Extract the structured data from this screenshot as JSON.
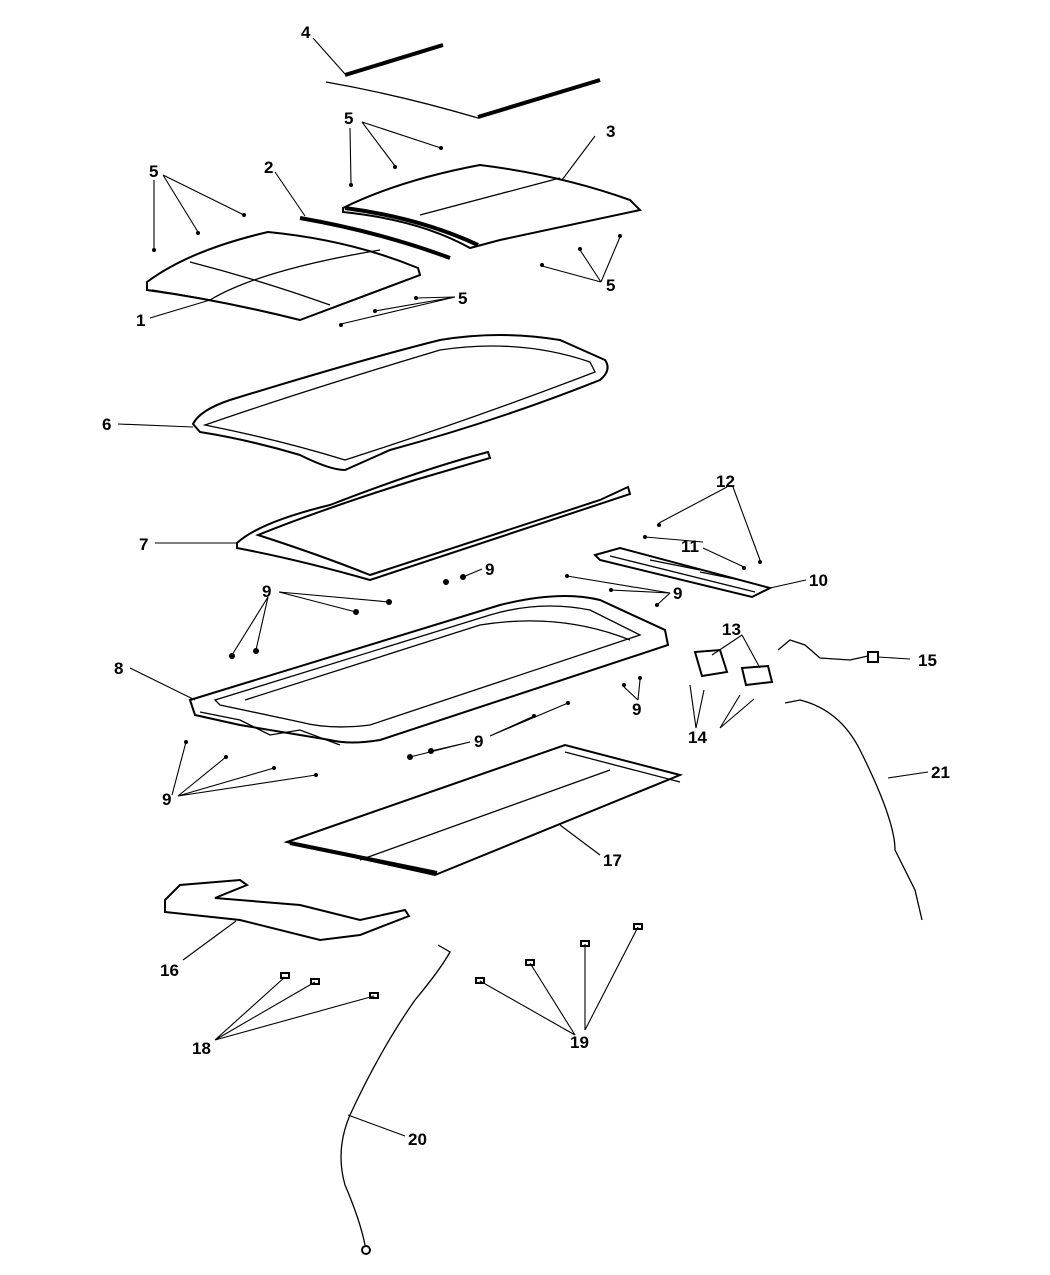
{
  "diagram": {
    "callouts": [
      {
        "id": "c1",
        "text": "1"
      },
      {
        "id": "c2",
        "text": "2"
      },
      {
        "id": "c3",
        "text": "3"
      },
      {
        "id": "c4",
        "text": "4"
      },
      {
        "id": "c5a",
        "text": "5"
      },
      {
        "id": "c5b",
        "text": "5"
      },
      {
        "id": "c5c",
        "text": "5"
      },
      {
        "id": "c5d",
        "text": "5"
      },
      {
        "id": "c6",
        "text": "6"
      },
      {
        "id": "c7",
        "text": "7"
      },
      {
        "id": "c8",
        "text": "8"
      },
      {
        "id": "c9a",
        "text": "9"
      },
      {
        "id": "c9b",
        "text": "9"
      },
      {
        "id": "c9c",
        "text": "9"
      },
      {
        "id": "c9d",
        "text": "9"
      },
      {
        "id": "c9e",
        "text": "9"
      },
      {
        "id": "c9f",
        "text": "9"
      },
      {
        "id": "c10",
        "text": "10"
      },
      {
        "id": "c11",
        "text": "11"
      },
      {
        "id": "c12",
        "text": "12"
      },
      {
        "id": "c13",
        "text": "13"
      },
      {
        "id": "c14",
        "text": "14"
      },
      {
        "id": "c15",
        "text": "15"
      },
      {
        "id": "c16",
        "text": "16"
      },
      {
        "id": "c17",
        "text": "17"
      },
      {
        "id": "c18",
        "text": "18"
      },
      {
        "id": "c19",
        "text": "19"
      },
      {
        "id": "c20",
        "text": "20"
      },
      {
        "id": "c21",
        "text": "21"
      }
    ]
  }
}
